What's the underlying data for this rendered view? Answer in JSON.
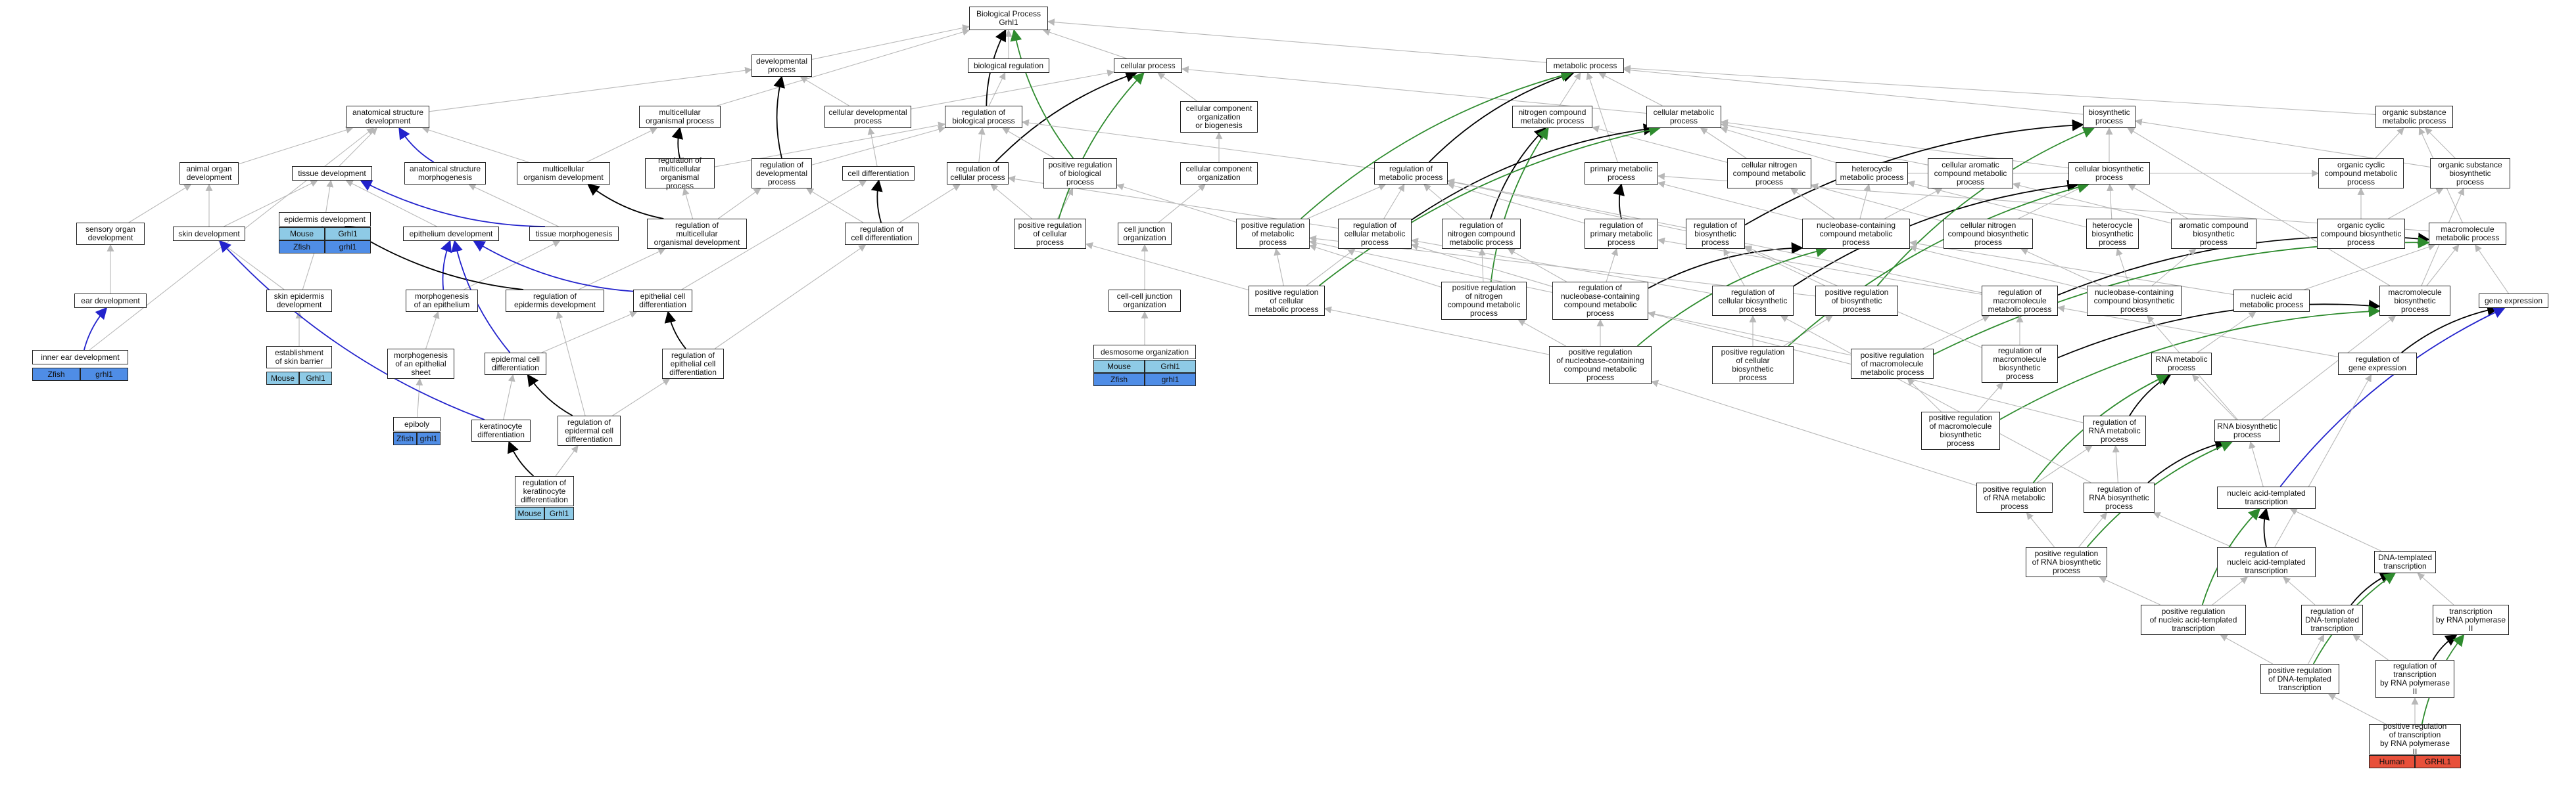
{
  "colors": {
    "is_a_edge": "#b8b8b8",
    "regulates_edge": "#000000",
    "positively_regulates_edge": "#2e8b2e",
    "part_of_edge": "#2222cc",
    "mouse_fill": "#8ecae6",
    "zfish_fill": "#4f8de6",
    "human_fill": "#e8503a"
  },
  "nodes": {
    "root": "Biological Process\nGrhl1",
    "dev_proc": "developmental\nprocess",
    "bio_reg": "biological regulation",
    "cell_proc": "cellular process",
    "met_proc": "metabolic process",
    "anat_dev": "anatomical structure\ndevelopment",
    "multi_proc": "multicellular\norganismal process",
    "cell_dev_proc": "cellular developmental\nprocess",
    "reg_bio": "regulation of\nbiological process",
    "cc_org": "cellular component\norganization\nor biogenesis",
    "nitro_met": "nitrogen compound\nmetabolic process",
    "cell_met": "cellular metabolic\nprocess",
    "biosyn": "biosynthetic\nprocess",
    "org_sub_met": "organic substance\nmetabolic process",
    "animal_organ": "animal organ\ndevelopment",
    "tissue_dev": "tissue development",
    "anat_morph": "anatomical structure\nmorphogenesis",
    "multi_org_dev": "multicellular\norganism development",
    "reg_multi_proc": "regulation of\nmulticellular\norganismal process",
    "reg_dev_proc": "regulation of\ndevelopmental\nprocess",
    "cell_diff": "cell differentiation",
    "reg_cell_proc": "regulation of\ncellular process",
    "pos_reg_bio": "positive regulation\nof biological\nprocess",
    "cc_org2": "cellular component\norganization",
    "reg_met_proc": "regulation of\nmetabolic process",
    "primary_met": "primary metabolic\nprocess",
    "cell_nitro_met": "cellular nitrogen\ncompound metabolic\nprocess",
    "hetero_met": "heterocycle\nmetabolic process",
    "cell_arom_met": "cellular aromatic\ncompound metabolic\nprocess",
    "cell_biosyn": "cellular biosynthetic\nprocess",
    "org_cyc_met": "organic cyclic\ncompound metabolic\nprocess",
    "org_sub_biosyn": "organic substance\nbiosynthetic\nprocess",
    "sensory_organ": "sensory organ\ndevelopment",
    "skin_dev": "skin development",
    "epid_dev": "epidermis development",
    "epith_dev": "epithelium development",
    "tissue_morph": "tissue morphogenesis",
    "reg_multi_dev": "regulation of\nmulticellular\norganismal development",
    "reg_cell_diff": "regulation of\ncell differentiation",
    "pos_reg_cell_proc": "positive regulation\nof cellular\nprocess",
    "cell_junc_org": "cell junction\norganization",
    "pos_reg_met": "positive regulation\nof metabolic\nprocess",
    "reg_cell_met": "regulation of\ncellular metabolic\nprocess",
    "reg_nitro_met": "regulation of\nnitrogen compound\nmetabolic process",
    "reg_prim_met": "regulation of\nprimary metabolic\nprocess",
    "reg_biosyn": "regulation of\nbiosynthetic\nprocess",
    "nucbase_met": "nucleobase-containing\ncompound metabolic\nprocess",
    "cell_nitro_biosyn": "cellular nitrogen\ncompound biosynthetic\nprocess",
    "hetero_biosyn": "heterocycle\nbiosynthetic\nprocess",
    "arom_biosyn": "aromatic compound\nbiosynthetic\nprocess",
    "org_cyc_biosyn": "organic cyclic\ncompound biosynthetic\nprocess",
    "macro_met": "macromolecule\nmetabolic process",
    "ear_dev": "ear development",
    "skin_epid_dev": "skin epidermis\ndevelopment",
    "morph_epith": "morphogenesis\nof an epithelium",
    "reg_epid_dev": "regulation of\nepidermis development",
    "epith_cell_diff": "epithelial cell\ndifferentiation",
    "cell_cell_junc": "cell-cell junction\norganization",
    "pos_reg_cell_met": "positive regulation\nof cellular\nmetabolic process",
    "pos_reg_nitro": "positive regulation\nof nitrogen\ncompound metabolic\nprocess",
    "reg_nucbase": "regulation of\nnucleobase-containing\ncompound metabolic\nprocess",
    "reg_cell_biosyn": "regulation of\ncellular biosynthetic\nprocess",
    "pos_reg_biosyn": "positive regulation\nof biosynthetic\nprocess",
    "reg_macro_met": "regulation of\nmacromolecule\nmetabolic process",
    "nucbase_biosyn": "nucleobase-containing\ncompound biosynthetic\nprocess",
    "nuc_acid_met": "nucleic acid\nmetabolic process",
    "macro_biosyn": "macromolecule\nbiosynthetic\nprocess",
    "gene_expr": "gene expression",
    "inner_ear": "inner ear development",
    "est_skin_barrier": "establishment\nof skin barrier",
    "morph_epith_sheet": "morphogenesis\nof an epithelial\nsheet",
    "epid_cell_diff": "epidermal cell\ndifferentiation",
    "reg_epith_cell_diff": "regulation of\nepithelial cell\ndifferentiation",
    "desmosome": "desmosome organization",
    "pos_reg_nucbase": "positive regulation\nof nucleobase-containing\ncompound metabolic\nprocess",
    "pos_reg_cell_biosyn": "positive regulation\nof cellular\nbiosynthetic\nprocess",
    "pos_reg_macro_met": "positive regulation\nof macromolecule\nmetabolic process",
    "reg_macro_biosyn": "regulation of\nmacromolecule\nbiosynthetic\nprocess",
    "rna_met": "RNA metabolic\nprocess",
    "reg_gene_expr": "regulation of\ngene expression",
    "epiboly": "epiboly",
    "keratinocyte_diff": "keratinocyte\ndifferentiation",
    "reg_epid_cell_diff": "regulation of\nepidermal cell\ndifferentiation",
    "pos_reg_macro_biosyn": "positive regulation\nof macromolecule\nbiosynthetic\nprocess",
    "reg_rna_met": "regulation of\nRNA metabolic\nprocess",
    "rna_biosyn": "RNA biosynthetic\nprocess",
    "reg_kera_diff": "regulation of\nkeratinocyte\ndifferentiation",
    "pos_reg_rna_met": "positive regulation\nof RNA metabolic\nprocess",
    "reg_rna_biosyn": "regulation of\nRNA biosynthetic\nprocess",
    "nat_transcription": "nucleic acid-templated\ntranscription",
    "pos_reg_rna_biosyn": "positive regulation\nof RNA biosynthetic\nprocess",
    "reg_nat_transcription": "regulation of\nnucleic acid-templated\ntranscription",
    "dna_transcription": "DNA-templated\ntranscription",
    "pos_reg_nat": "positive regulation\nof nucleic acid-templated\ntranscription",
    "reg_dna_transcription": "regulation of\nDNA-templated\ntranscription",
    "transcription_pol2": "transcription\nby RNA polymerase\nII",
    "pos_reg_dna_transcription": "positive regulation\nof DNA-templated\ntranscription",
    "reg_transcription_pol2": "regulation of\ntranscription\nby RNA polymerase\nII",
    "pos_reg_transcription_pol2": "positive regulation\nof transcription\nby RNA polymerase\nII"
  },
  "annotations": {
    "inner_ear": [
      "Zfish",
      "grhl1"
    ],
    "epid_dev_mouse": [
      "Mouse",
      "Grhl1"
    ],
    "epid_dev_zfish": [
      "Zfish",
      "grhl1"
    ],
    "est_skin_barrier": [
      "Mouse",
      "Grhl1"
    ],
    "epiboly": [
      "Zfish",
      "grhl1"
    ],
    "reg_kera_diff": [
      "Mouse",
      "Grhl1"
    ],
    "desmosome_mouse": [
      "Mouse",
      "Grhl1"
    ],
    "desmosome_zfish": [
      "Zfish",
      "grhl1"
    ],
    "pos_reg_transcription_pol2": [
      "Human",
      "GRHL1"
    ]
  }
}
